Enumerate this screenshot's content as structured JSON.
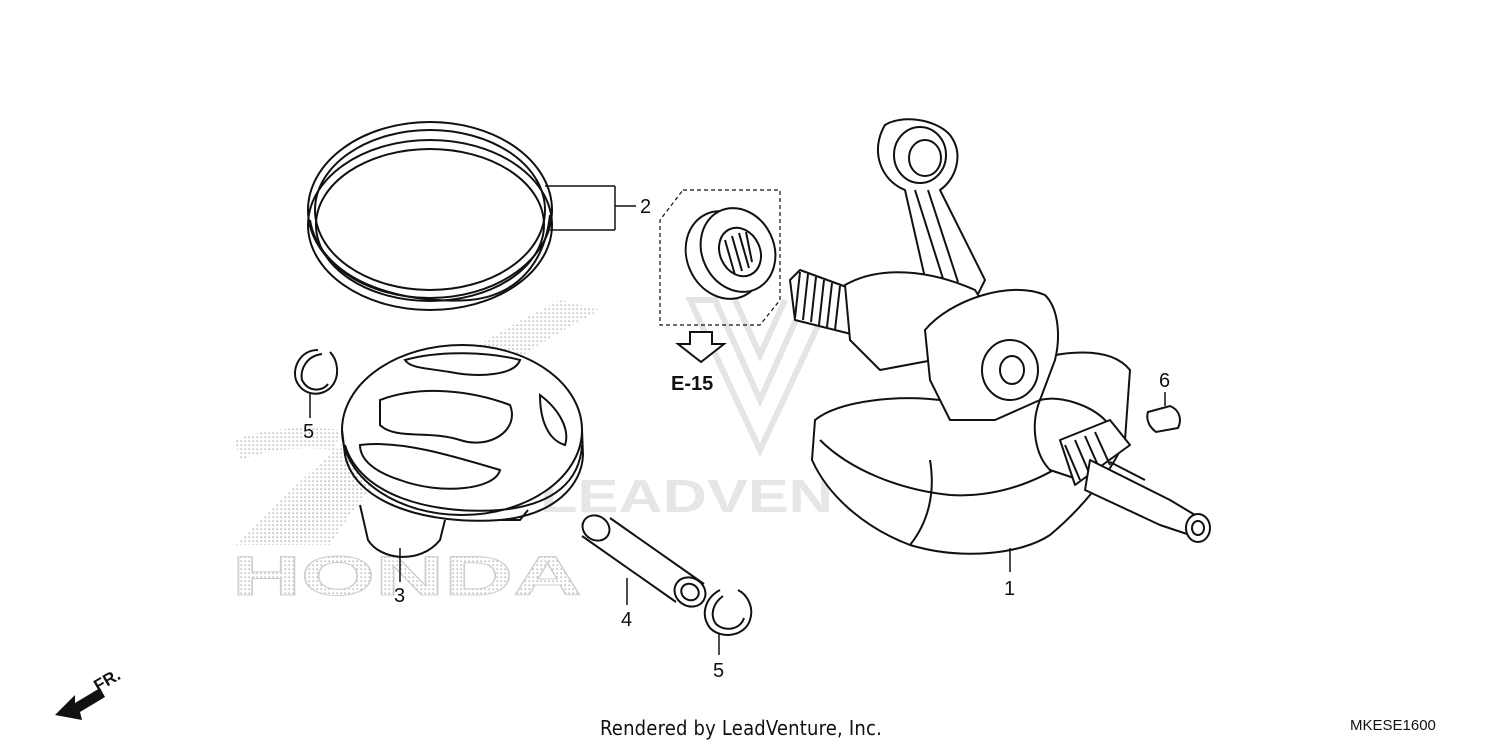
{
  "diagram": {
    "callouts": {
      "crankshaft": "1",
      "piston_rings": "2",
      "piston": "3",
      "piston_pin": "4",
      "clip_left": "5",
      "clip_right": "5",
      "woodruff_key": "6"
    },
    "reference": "E-15",
    "front_label": "FR.",
    "watermark_brand": "HONDA",
    "watermark_vendor": "LEADVENTURE"
  },
  "footer": {
    "rendered_by": "Rendered by LeadVenture, Inc.",
    "diagram_code": "MKESE1600"
  },
  "colors": {
    "line": "#111111",
    "watermark": "#cfcfcf"
  }
}
